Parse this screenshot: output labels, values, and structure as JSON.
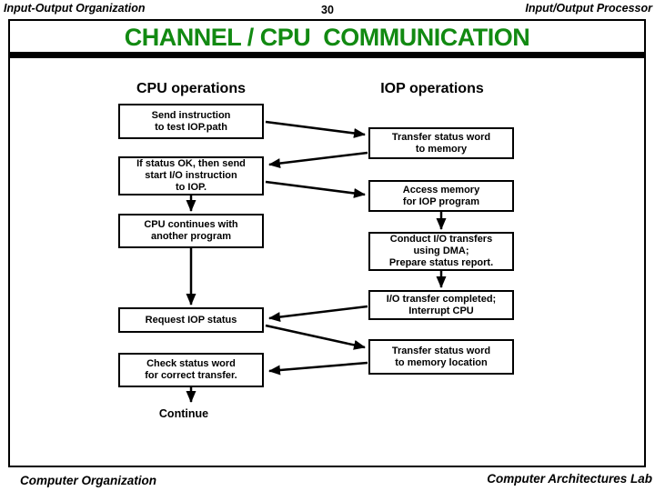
{
  "header": {
    "left": "Input-Output Organization",
    "page_number": "30",
    "right": "Input/Output Processor"
  },
  "title": "CHANNEL / CPU  COMMUNICATION",
  "colors": {
    "title_green": "#128a12",
    "text": "#000000",
    "background": "#ffffff",
    "line": "#000000"
  },
  "diagram": {
    "cpu_heading": "CPU operations",
    "iop_heading": "IOP operations",
    "cpu_boxes": [
      {
        "text": "Send instruction\nto test IOP.path"
      },
      {
        "text": "If status OK, then send\nstart I/O instruction\nto IOP."
      },
      {
        "text": "CPU continues with\nanother program"
      },
      {
        "text": "Request IOP status"
      },
      {
        "text": "Check status word\nfor correct transfer."
      }
    ],
    "iop_boxes": [
      {
        "text": "Transfer status word\nto memory"
      },
      {
        "text": "Access memory\nfor IOP program"
      },
      {
        "text": "Conduct I/O transfers\nusing DMA;\nPrepare status report."
      },
      {
        "text": "I/O transfer completed;\nInterrupt CPU"
      },
      {
        "text": "Transfer status word\nto memory location"
      }
    ],
    "continue_label": "Continue"
  },
  "footer": {
    "left": "Computer Organization",
    "right": "Computer Architectures Lab"
  }
}
